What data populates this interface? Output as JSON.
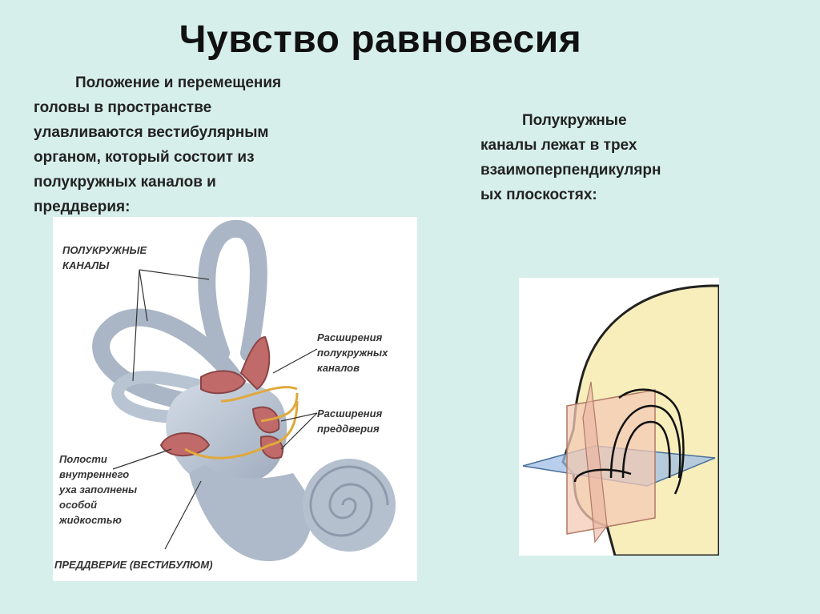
{
  "slide": {
    "title": "Чувство равновесия",
    "left_text": "Положение и перемещения\nголовы в пространстве\nулавливаются вестибулярным\nорганом, который состоит из\nполукружных каналов и\nпреддверия:",
    "right_text": "Полукружные\nканалы лежат в трех\nвзаимоперпендикулярн\nых плоскостях:"
  },
  "ear_diagram": {
    "labels": {
      "semicircular_canals": "ПОЛУКРУЖНЫЕ\nКАНАЛЫ",
      "canal_ampullae": "Расширения\nполукружных\nканалов",
      "vestibule_dilations": "Расширения\nпреддверия",
      "inner_ear_cavities": "Полости\nвнутреннего\nуха заполнены\nособой\nжидкостью",
      "vestibule": "ПРЕДДВЕРИЕ (ВЕСТИБУЛЮМ)"
    }
  },
  "colors": {
    "background": "#d7efea",
    "canal_blue": "#b7c3d2",
    "ampulla_red": "#c06a6a",
    "nerve_yellow": "#e0a93c",
    "head_skin": "#f7eebb",
    "plane_red": "#f3c9b6",
    "plane_blue": "#9fbfe6"
  }
}
